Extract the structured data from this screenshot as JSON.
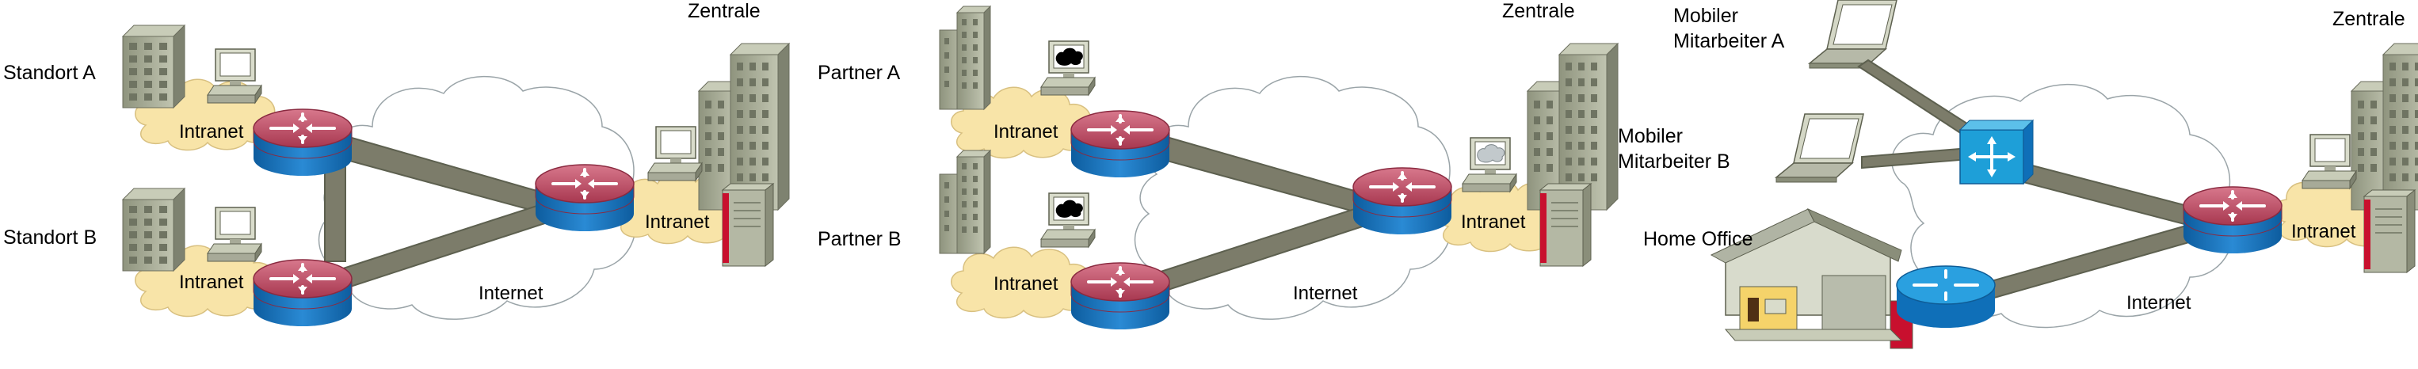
{
  "panels": [
    {
      "id": "site-to-site",
      "labels": {
        "zentrale": "Zentrale",
        "standort_a": "Standort A",
        "standort_b": "Standort B",
        "intranet_a": "Intranet",
        "intranet_b": "Intranet",
        "intranet_hq": "Intranet",
        "internet": "Internet"
      }
    },
    {
      "id": "extranet",
      "labels": {
        "zentrale": "Zentrale",
        "partner_a": "Partner A",
        "partner_b": "Partner B",
        "mobiler_1": "Mobiler",
        "mobiler_2": "Mitarbeiter B",
        "intranet_a": "Intranet",
        "intranet_b": "Intranet",
        "intranet_hq": "Intranet",
        "internet": "Internet"
      }
    },
    {
      "id": "remote-access",
      "labels": {
        "mobiler_1": "Mobiler",
        "mobiler_2": "Mitarbeiter A",
        "zentrale": "Zentrale",
        "home_office": "Home Office",
        "intranet_hq": "Intranet",
        "internet": "Internet"
      }
    }
  ],
  "colors": {
    "tunnel": "#7c7c6a",
    "router_top": "#c2506a",
    "router_body": "#1a78c2",
    "intranet_cloud": "#f8e4a8",
    "building": "#a4a894",
    "switch": "#1e9fd8"
  }
}
